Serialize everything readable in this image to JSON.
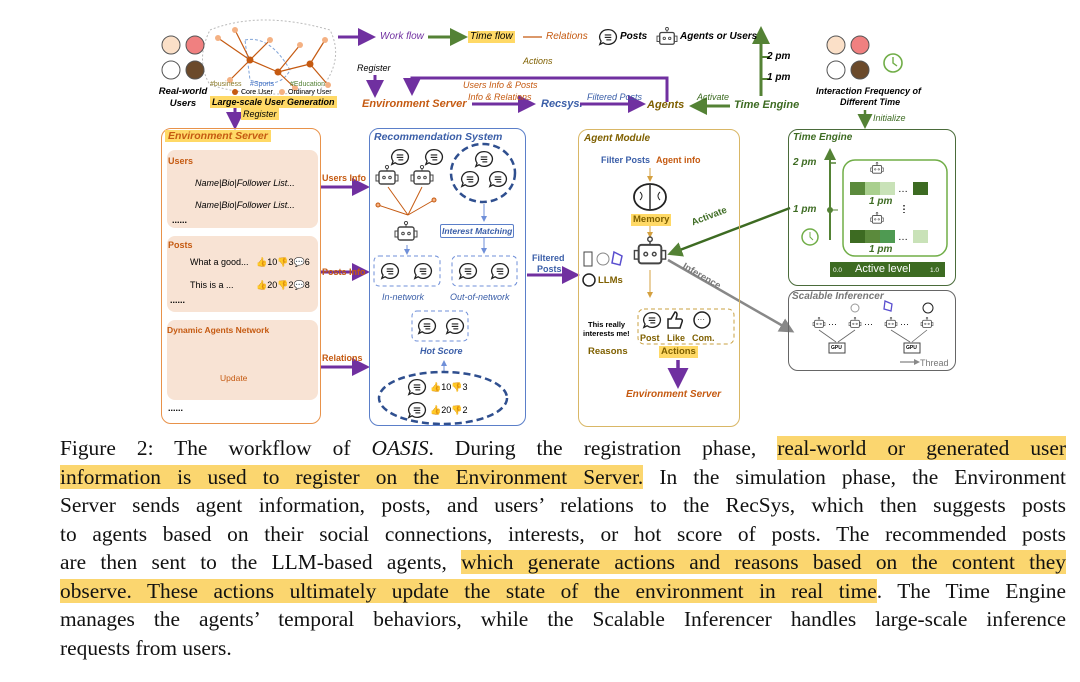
{
  "legend": {
    "workflow": "Work flow",
    "timeflow": "Time flow",
    "relations": "Relations",
    "posts": "Posts",
    "agents_or_users": "Agents or Users"
  },
  "top": {
    "real_world_users": "Real-world Users",
    "tag_business": "#business",
    "tag_sports": "#Sports",
    "tag_education": "#Education",
    "core_user": "Core User",
    "ordinary_user": "Ordinary User",
    "generation": "Large-scale User Generation",
    "register_left": "Register",
    "register": "Register",
    "actions": "Actions",
    "environment_server": "Environment Server",
    "users_info_posts": "Users Info & Posts",
    "info_relations": "Info & Relations",
    "recsys": "Recsys.",
    "filtered_posts": "Filtered Posts",
    "agents": "Agents",
    "activate": "Activate",
    "time_engine": "Time Engine",
    "two_pm": "2 pm",
    "one_pm": "1 pm",
    "interaction_frequency": "Interaction Frequency of",
    "different_time": "Different Time",
    "initialize": "Initialize"
  },
  "env": {
    "title": "Environment Server",
    "users": "Users",
    "user_row": "Name|Bio|Follower List...",
    "dots": "......",
    "posts": "Posts",
    "post1": "What a good...",
    "post1_likes": "10",
    "post1_dislikes": "3",
    "post1_comments": "6",
    "post2": "This is a ...",
    "post2_likes": "20",
    "post2_dislikes": "2",
    "post2_comments": "8",
    "network": "Dynamic Agents Network",
    "update": "Update",
    "users_info": "Users Info",
    "posts_info": "Posts Info",
    "relations": "Relations"
  },
  "recsys": {
    "title": "Recommendation System",
    "interest_matching": "Interest Matching",
    "in_network": "In-network",
    "out_of_network": "Out-of-network",
    "hot_score": "Hot Score",
    "hot1_likes": "10",
    "hot1_dislikes": "3",
    "hot2_likes": "20",
    "hot2_dislikes": "2",
    "filtered_posts_1": "Filtered",
    "filtered_posts_2": "Posts"
  },
  "agent": {
    "title": "Agent Module",
    "filter_posts": "Filter Posts",
    "agent_info": "Agent info",
    "memory": "Memory",
    "llms": "LLMs",
    "reason_text_1": "This really",
    "reason_text_2": "interests me!",
    "reasons": "Reasons",
    "post": "Post",
    "like": "Like",
    "comment": "Com.",
    "actions": "Actions",
    "environment_server": "Environment Server",
    "activate": "Activate",
    "inference": "Inference"
  },
  "time_engine": {
    "title": "Time Engine",
    "two_pm": "2 pm",
    "one_pm": "1 pm",
    "row_label_1": "1 pm",
    "row_label_2": "1 pm",
    "active_level": "Active level",
    "min": "0.0",
    "max": "1.0",
    "row1_colors": [
      "#5b8a3c",
      "#a9cf8e",
      "#c9e2b8",
      "#3d6b22"
    ],
    "row2_colors": [
      "#3d6b22",
      "#5b8a3c",
      "#4f9a52",
      "#c9e2b8"
    ]
  },
  "inferencer": {
    "title": "Scalable Inferencer",
    "gpu": "GPU",
    "thread": "Thread"
  },
  "caption": {
    "lines": [
      [
        {
          "t": "Figure 2: The workflow of "
        },
        {
          "t": "OASIS",
          "i": true
        },
        {
          "t": ". During the registration phase, "
        },
        {
          "t": "real-world or generated user",
          "h": true
        }
      ],
      [
        {
          "t": "information is used to register on the Environment Server.",
          "h": true
        },
        {
          "t": " In the simulation phase, the Environment"
        }
      ],
      [
        {
          "t": "Server sends agent information, posts, and users’ relations to the RecSys, which then suggests posts"
        }
      ],
      [
        {
          "t": "to agents based on their social connections, interests, or hot score of posts. The recommended posts"
        }
      ],
      [
        {
          "t": "are then sent to the LLM-based agents, "
        },
        {
          "t": "which generate actions and reasons based on the content they",
          "h": true
        }
      ],
      [
        {
          "t": "observe. These actions ultimately update the state of the environment in real time",
          "h": true
        },
        {
          "t": ". The Time Engine"
        }
      ],
      [
        {
          "t": "manages the agents’ temporal behaviors, while the Scalable Inferencer handles large-scale inference"
        }
      ],
      [
        {
          "t": "requests from users."
        }
      ]
    ]
  },
  "colors": {
    "workflow": "#7030a0",
    "timeflow": "#548235",
    "relations": "#c55a11",
    "recsys": "#4472c4",
    "highlight": "#ffd966"
  }
}
